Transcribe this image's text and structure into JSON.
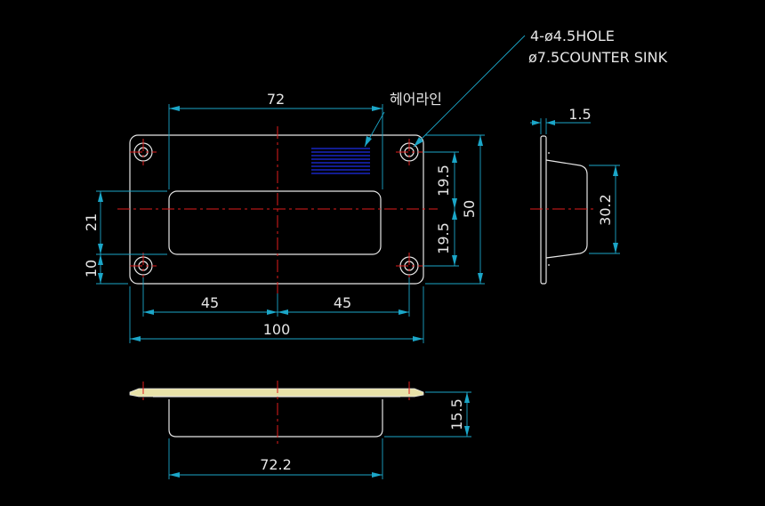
{
  "drawing": {
    "hole_note_line1": "4-ø4.5HOLE",
    "hole_note_line2": "ø7.5COUNTER SINK",
    "hairline_label": "헤어라인",
    "dims": {
      "top_width": "72",
      "overall_width": "100",
      "left_half": "45",
      "right_half": "45",
      "upper_half": "19.5",
      "lower_half": "19.5",
      "overall_height": "50",
      "opening_height": "21",
      "hole_edge": "10",
      "plate_thickness": "1.5",
      "cup_height": "30.2",
      "depth": "15.5",
      "bottom_width": "72.2"
    },
    "colors": {
      "background": "#000000",
      "object_lines": "#e6e6e6",
      "center_lines": "#e01b1b",
      "dimension_lines": "#1ba6c8",
      "hatch": "#1c2ee6"
    }
  }
}
